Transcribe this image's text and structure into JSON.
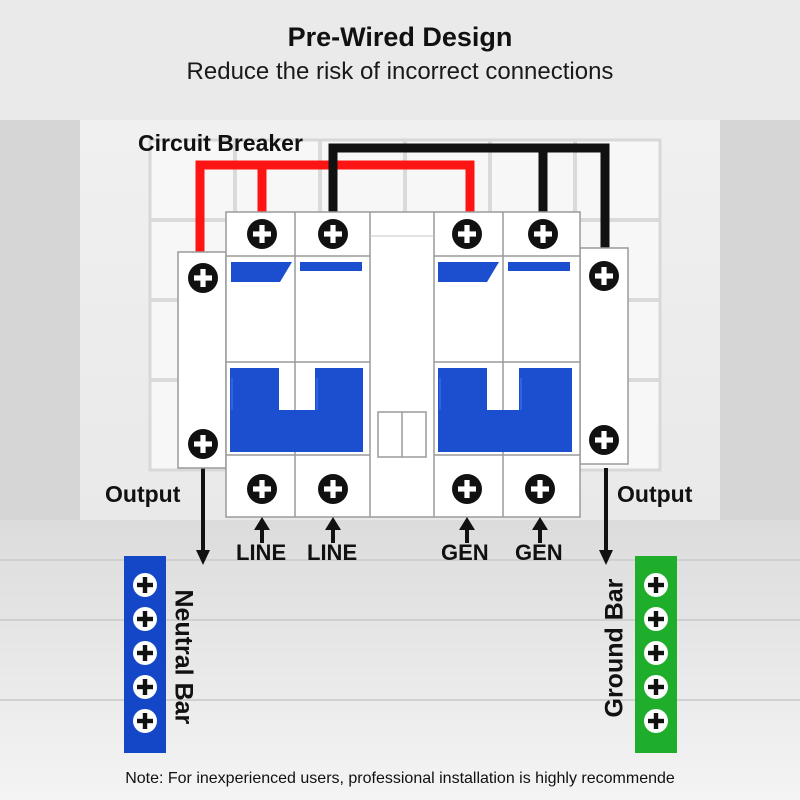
{
  "header": {
    "title": "Pre-Wired Design",
    "subtitle": "Reduce the risk of incorrect connections"
  },
  "labels": {
    "circuit_breaker": "Circuit Breaker",
    "output_left": "Output",
    "output_right": "Output",
    "line_1": "LINE",
    "line_2": "LINE",
    "gen_1": "GEN",
    "gen_2": "GEN",
    "neutral_bar": "Neutral Bar",
    "ground_bar": "Ground Bar"
  },
  "note": "Note: For inexperienced users, professional installation is highly recommende",
  "colors": {
    "breaker_blue": "#1b4fd0",
    "hot_wire_red": "#ff1414",
    "wire_black": "#111111",
    "neutral_bar_blue": "#1446c8",
    "ground_bar_green": "#1fad2c"
  }
}
